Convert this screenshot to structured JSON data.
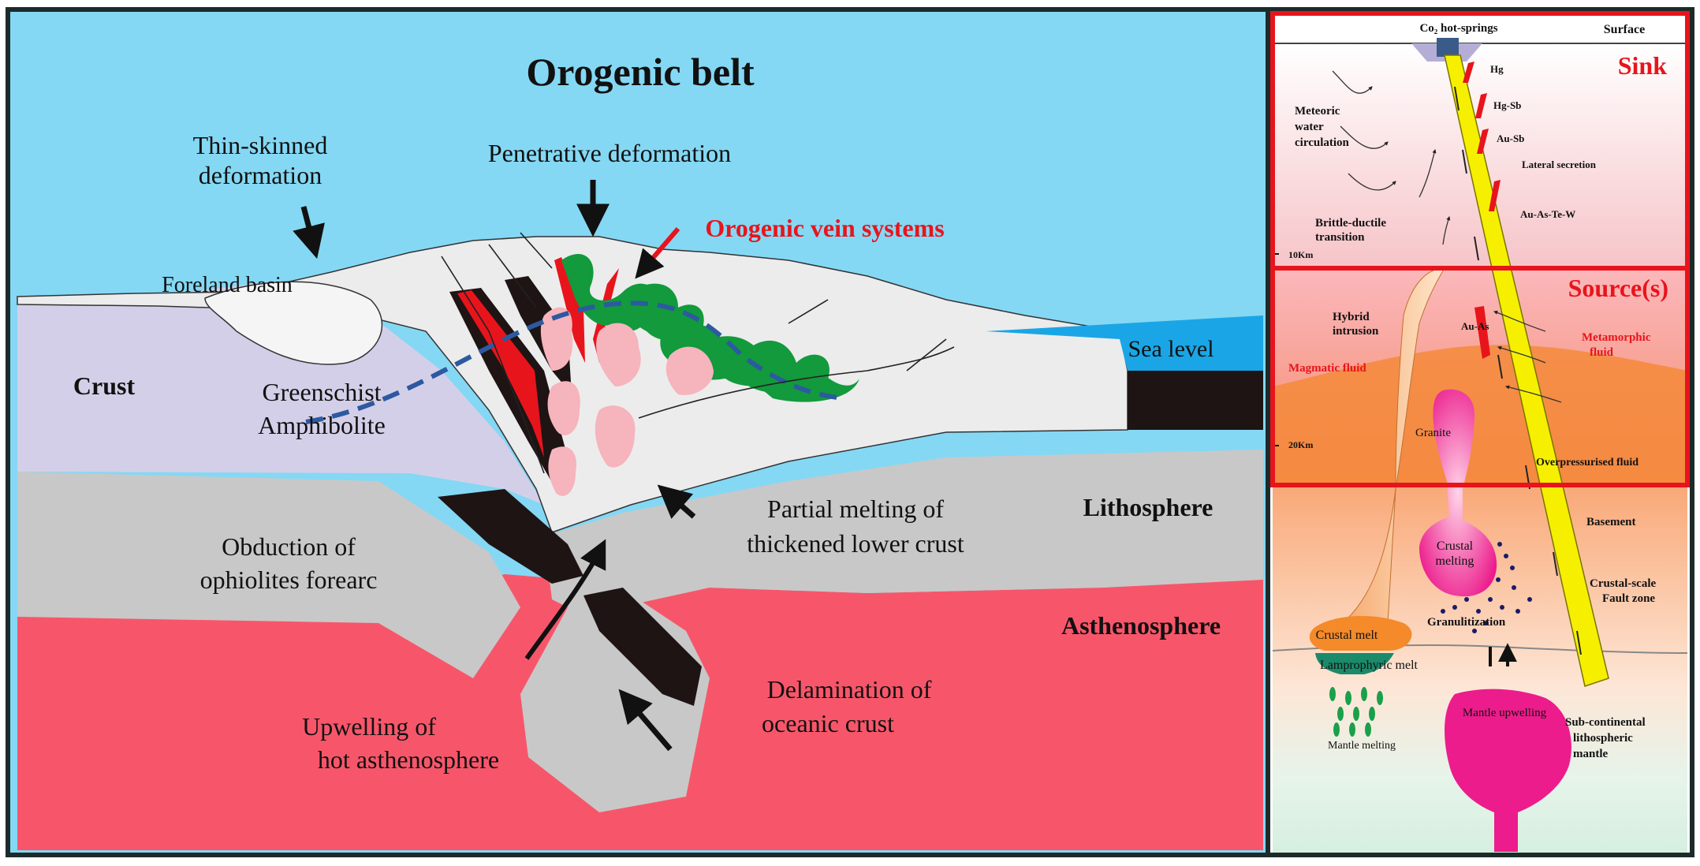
{
  "left_panel": {
    "title": "Orogenic belt",
    "labels": {
      "thin_skinned": [
        "Thin-skinned",
        "deformation"
      ],
      "penetrative": "Penetrative deformation",
      "orogenic_veins": "Orogenic vein systems",
      "foreland_basin": "Foreland basin",
      "crust": "Crust",
      "greenschist": "Greenschist",
      "amphibolite": "Amphibolite",
      "sea_level": "Sea level",
      "lithosphere": "Lithosphere",
      "partial_melting": [
        "Partial melting of",
        "thickened lower crust"
      ],
      "obduction": [
        "Obduction of",
        "ophiolites forearc"
      ],
      "asthenosphere": "Asthenosphere",
      "delamination": [
        "Delamination of",
        "oceanic crust"
      ],
      "upwelling": [
        "Upwelling of",
        "hot asthenosphere"
      ]
    }
  },
  "right_panel": {
    "sections": {
      "sink": "Sink",
      "source": "Source(s)"
    },
    "labels": {
      "co2_springs": "Co₂ hot-springs",
      "surface": "Surface",
      "hg": "Hg",
      "hg_sb": "Hg-Sb",
      "au_sb": "Au-Sb",
      "lateral_secretion": "Lateral secretion",
      "au_as_te_w": "Au-As-Te-W",
      "meteoric": [
        "Meteoric",
        "water",
        "circulation"
      ],
      "brittle": [
        "Brittle-ductile",
        "transition"
      ],
      "depth_10": "10Km",
      "hybrid": [
        "Hybrid",
        "intrusion"
      ],
      "magmatic_fluid": "Magmatic fluid",
      "au_as": "Au-As",
      "metamorphic_fluid": [
        "Metamorphic",
        "fluid"
      ],
      "granite": "Granite",
      "depth_20": "20Km",
      "overpressurised": "Overpressurised fluid",
      "basement": "Basement",
      "crustal_melting": [
        "Crustal",
        "melting"
      ],
      "crustal_scale": [
        "Crustal-scale",
        "Fault zone"
      ],
      "granulitization": "Granulitization",
      "crustal_melt": "Crustal melt",
      "lamprophyric": "Lamprophyric melt",
      "mantle_upwelling": "Mantle upwelling",
      "sub_continental": [
        "Sub-continental",
        "lithospheric",
        "mantle"
      ],
      "mantle_melting": "Mantle melting"
    }
  },
  "colors": {
    "sky": "#84d8f4",
    "sea": "#1aa6e6",
    "crust": "#d4cfe8",
    "lithosphere": "#c8c8c8",
    "asthenosphere": "#f7566a",
    "orogen": "#ececec",
    "vein_red": "#e8141c",
    "green": "#129a3c",
    "pink": "#f6b4bc",
    "ophiolite": "#1e1414",
    "dashed_blue": "#2c5aa0",
    "fault_yellow": "#f6f000",
    "frame_red": "#e8141c",
    "label_red": "#e8141c"
  }
}
